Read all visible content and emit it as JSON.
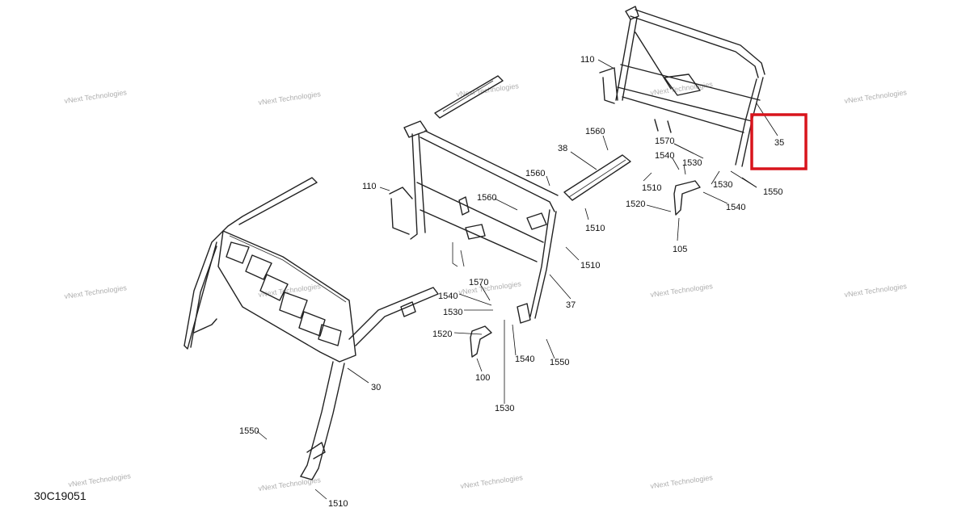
{
  "diagram": {
    "reference_code": "30C19051",
    "watermark_text": [
      "vNext Technologies",
      "vNext Technologies",
      "vNext Technologies",
      "vNext Technologies",
      "vNext Technologies",
      "vNext Technologies",
      "vNext Technologies",
      "vNext Technologies",
      "vNext Technologies",
      "vNext Technologies",
      "vNext Technologies",
      "vNext Technologies",
      "vNext Technologies",
      "vNext Technologies"
    ],
    "highlight_color": "#d8141c",
    "callouts": {
      "c110a": "110",
      "c35": "35",
      "c1560a": "1560",
      "c38": "38",
      "c1570a": "1570",
      "c1540a": "1540",
      "c1530a": "1530",
      "c1560b": "1560",
      "c1510a": "1510",
      "c1530b": "1530",
      "c1550a": "1550",
      "c110b": "110",
      "c1560c": "1560",
      "c1520a": "1520",
      "c1540b": "1540",
      "c1510b": "1510",
      "c105": "105",
      "c1510c": "1510",
      "c1570b": "1570",
      "c1540c": "1540",
      "c37": "37",
      "c1530c": "1530",
      "c1520b": "1520",
      "c1540d": "1540",
      "c1550b": "1550",
      "c100": "100",
      "c30": "30",
      "c1530d": "1530",
      "c1550c": "1550",
      "c1510d": "1510"
    }
  }
}
